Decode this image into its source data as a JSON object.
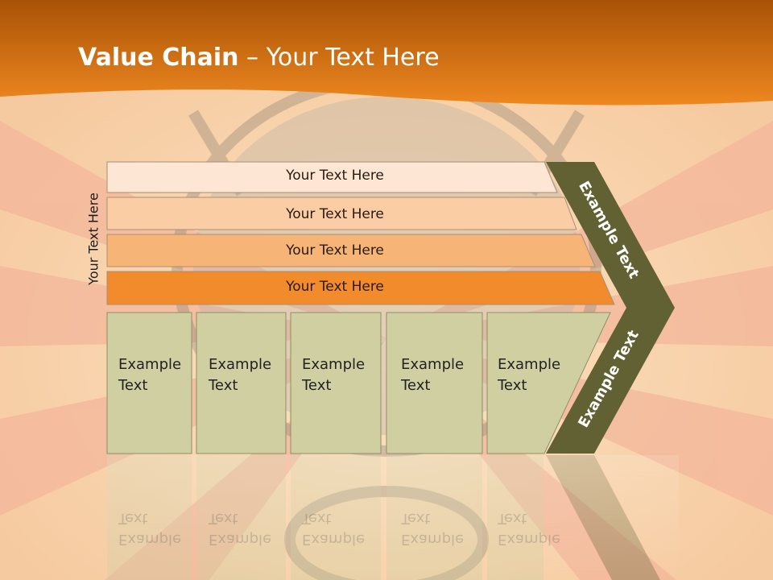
{
  "title": {
    "bold": "Value Chain",
    "rest": " – Your Text Here"
  },
  "side_label": "Your Text Here",
  "bars": [
    {
      "label": "Your Text Here",
      "color": "#fde6d4"
    },
    {
      "label": "Your Text Here",
      "color": "#fbcda5"
    },
    {
      "label": "Your Text Here",
      "color": "#f7b477"
    },
    {
      "label": "Your Text Here",
      "color": "#f28b2b"
    }
  ],
  "boxes": [
    {
      "line1": "Example",
      "line2": "Text"
    },
    {
      "line1": "Example",
      "line2": "Text"
    },
    {
      "line1": "Example",
      "line2": "Text"
    },
    {
      "line1": "Example",
      "line2": "Text"
    },
    {
      "line1": "Example",
      "line2": "Text"
    }
  ],
  "chevron": {
    "upper_label": "Example Text",
    "lower_label": "Example Text"
  },
  "colors": {
    "header": "#e07a10",
    "box": "#cfcfa2",
    "chevron": "#626133"
  }
}
